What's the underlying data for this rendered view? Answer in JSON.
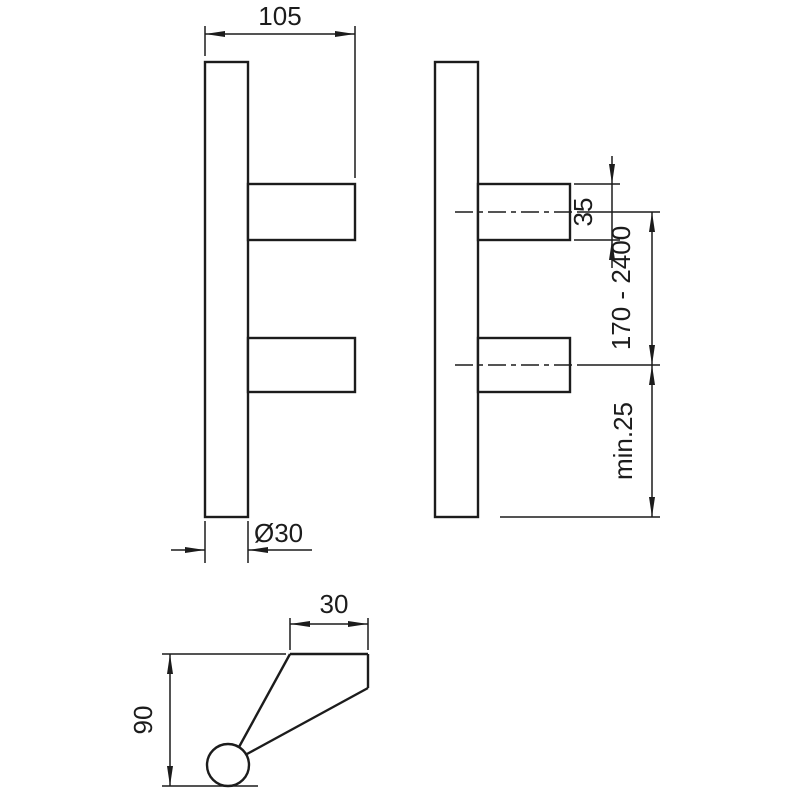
{
  "colors": {
    "line": "#1c1c1c",
    "background": "#ffffff"
  },
  "dimensions": {
    "grip_overall_depth": "105",
    "tube_diameter": "Ø30",
    "post_height": "35",
    "fixing_centers": "170 - 2400",
    "min_end_distance": "min.25",
    "side_projection": "30",
    "side_height": "90"
  }
}
